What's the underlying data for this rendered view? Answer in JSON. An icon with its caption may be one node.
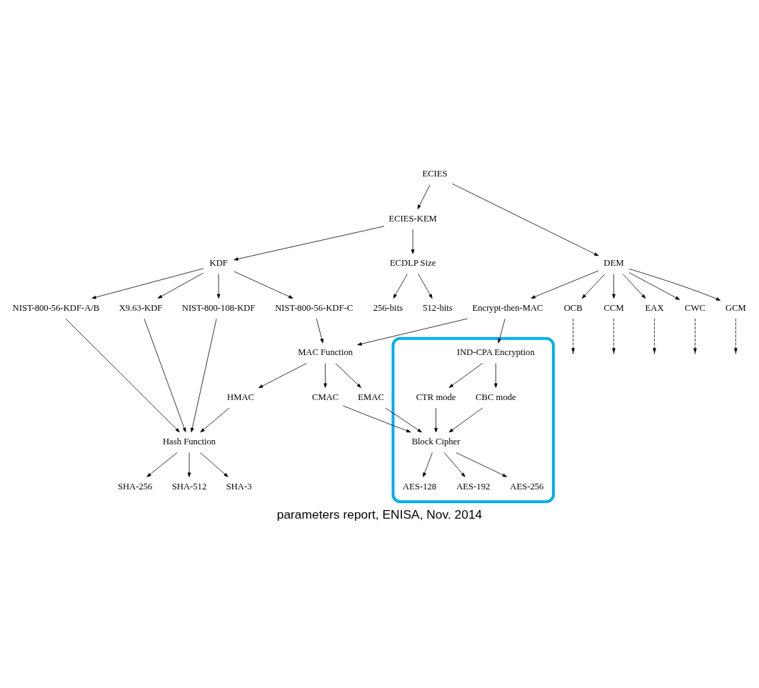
{
  "diagram": {
    "caption": "parameters report, ENISA, Nov. 2014",
    "nodes": [
      {
        "text": [
          "ECIES"
        ]
      },
      {
        "text": [
          "ECIES-KEM"
        ]
      },
      {
        "text": [
          "DEM"
        ]
      },
      {
        "text": [
          "ECDLP Size"
        ]
      },
      {
        "text": [
          "KDF"
        ]
      },
      {
        "text": [
          "256-bits"
        ]
      },
      {
        "text": [
          "512-bits"
        ]
      },
      {
        "text": [
          "OCB"
        ]
      },
      {
        "text": [
          "CCM"
        ]
      },
      {
        "text": [
          "Encrypt-then-MAC"
        ]
      },
      {
        "text": [
          "EAX"
        ]
      },
      {
        "text": [
          "CWC"
        ]
      },
      {
        "text": [
          "GCM"
        ]
      },
      {
        "text": [
          "MAC Function"
        ]
      },
      {
        "text": [],
        "shape": "outline"
      },
      {
        "text": [
          "IND-CPA Encryption"
        ],
        "in": 14
      },
      {
        "text": [
          "X9.63-KDF"
        ]
      },
      {
        "text": [
          "NIST-800-108-KDF"
        ]
      },
      {
        "text": [
          "NIST-800-56-KDF-A/B"
        ]
      },
      {
        "text": [
          "NIST-800-56-KDF-C"
        ]
      },
      {
        "text": [
          "HMAC"
        ]
      },
      {
        "text": [
          "EMAC"
        ]
      },
      {
        "text": [
          "CMAC"
        ]
      },
      {
        "text": [
          "CTR mode"
        ],
        "in": 14
      },
      {
        "text": [
          "CBC mode"
        ],
        "in": 14
      },
      {
        "text": [
          "Hash Function"
        ]
      },
      {
        "text": [
          "Block Cipher"
        ],
        "in": 14
      },
      {
        "text": [
          "SHA-256"
        ]
      },
      {
        "text": [
          "SHA-512"
        ]
      },
      {
        "text": [
          "SHA-3"
        ]
      },
      {
        "text": [
          "AES-128"
        ],
        "in": 14
      },
      {
        "text": [
          "AES-192"
        ],
        "in": 14
      },
      {
        "text": [
          "AES-256"
        ],
        "in": 14
      }
    ],
    "edges": [
      {
        "from": 0,
        "to": 1,
        "arrow": "to"
      },
      {
        "from": 0,
        "to": 2,
        "arrow": "to"
      },
      {
        "from": 1,
        "to": 3,
        "arrow": "to"
      },
      {
        "from": 1,
        "to": 4,
        "arrow": "to"
      },
      {
        "from": 3,
        "to": 5,
        "arrow": "to"
      },
      {
        "from": 3,
        "to": 6,
        "arrow": "to"
      },
      {
        "from": 2,
        "to": 7,
        "arrow": "to"
      },
      {
        "from": 2,
        "to": 8,
        "arrow": "to"
      },
      {
        "from": 2,
        "to": 9,
        "arrow": "to"
      },
      {
        "from": 2,
        "to": 10,
        "arrow": "to"
      },
      {
        "from": 2,
        "to": 11,
        "arrow": "to"
      },
      {
        "from": 2,
        "to": 12,
        "arrow": "to"
      },
      {
        "from": 7,
        "to": null,
        "arrow": "to",
        "style": "dashed"
      },
      {
        "from": 8,
        "to": null,
        "arrow": "to",
        "style": "dashed"
      },
      {
        "from": 10,
        "to": null,
        "arrow": "to",
        "style": "dashed"
      },
      {
        "from": 11,
        "to": null,
        "arrow": "to",
        "style": "dashed"
      },
      {
        "from": 12,
        "to": null,
        "arrow": "to",
        "style": "dashed"
      },
      {
        "from": 9,
        "to": 13,
        "arrow": "to"
      },
      {
        "from": 9,
        "to": 15,
        "arrow": "to"
      },
      {
        "from": 4,
        "to": 16,
        "arrow": "to"
      },
      {
        "from": 4,
        "to": 17,
        "arrow": "to"
      },
      {
        "from": 4,
        "to": 18,
        "arrow": "to"
      },
      {
        "from": 4,
        "to": 19,
        "arrow": "to"
      },
      {
        "from": 19,
        "to": 13,
        "arrow": "to"
      },
      {
        "from": 13,
        "to": 20,
        "arrow": "to"
      },
      {
        "from": 13,
        "to": 21,
        "arrow": "to"
      },
      {
        "from": 13,
        "to": 22,
        "arrow": "to"
      },
      {
        "from": 15,
        "to": 23,
        "arrow": "to"
      },
      {
        "from": 15,
        "to": 24,
        "arrow": "to"
      },
      {
        "from": 16,
        "to": 25,
        "arrow": "to"
      },
      {
        "from": 17,
        "to": 25,
        "arrow": "to"
      },
      {
        "from": 18,
        "to": 25,
        "arrow": "to"
      },
      {
        "from": 20,
        "to": 25,
        "arrow": "to"
      },
      {
        "from": 21,
        "to": 26,
        "arrow": "to"
      },
      {
        "from": 22,
        "to": 26,
        "arrow": "to"
      },
      {
        "from": 23,
        "to": 26,
        "arrow": "to"
      },
      {
        "from": 24,
        "to": 26,
        "arrow": "to"
      },
      {
        "from": 25,
        "to": 27,
        "arrow": "to"
      },
      {
        "from": 25,
        "to": 28,
        "arrow": "to"
      },
      {
        "from": 25,
        "to": 29,
        "arrow": "to"
      },
      {
        "from": 26,
        "to": 30,
        "arrow": "to"
      },
      {
        "from": 26,
        "to": 31,
        "arrow": "to"
      },
      {
        "from": 26,
        "to": 32,
        "arrow": "to"
      }
    ]
  }
}
